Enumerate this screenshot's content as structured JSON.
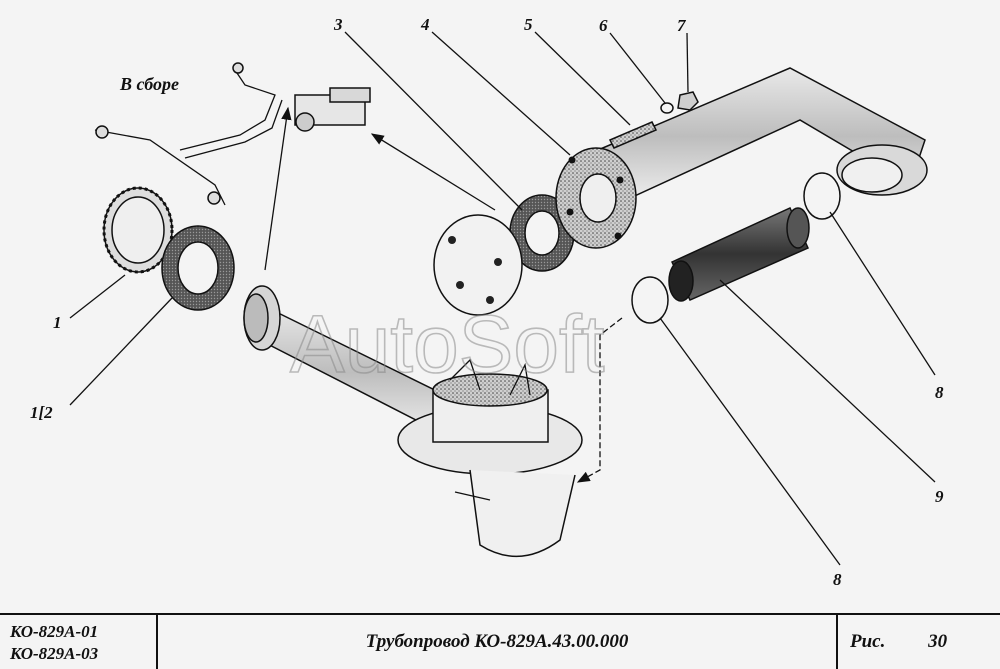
{
  "drawing": {
    "assembly_label": "В сборе",
    "watermark": "AutoSoft",
    "callouts": [
      {
        "id": "c1",
        "text": "1"
      },
      {
        "id": "c12",
        "text": "1[2"
      },
      {
        "id": "c3",
        "text": "3"
      },
      {
        "id": "c4",
        "text": "4"
      },
      {
        "id": "c5",
        "text": "5"
      },
      {
        "id": "c6",
        "text": "6"
      },
      {
        "id": "c7",
        "text": "7"
      },
      {
        "id": "c8a",
        "text": "8"
      },
      {
        "id": "c8b",
        "text": "8"
      },
      {
        "id": "c9",
        "text": "9"
      }
    ]
  },
  "title_block": {
    "model_1": "КО-829А-01",
    "model_2": "КО-829А-03",
    "title": "Трубопровод КО-829А.43.00.000",
    "fig_label": "Рис.",
    "fig_number": "30"
  }
}
